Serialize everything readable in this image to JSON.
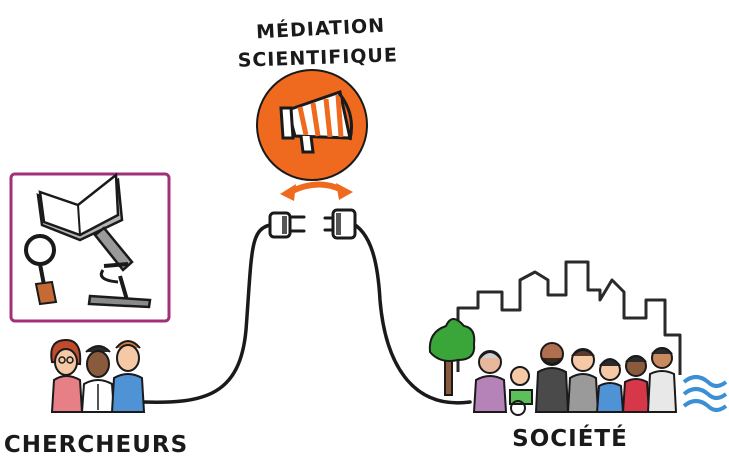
{
  "title_line1": "MÉDIATION",
  "title_line2": "SCIENTIFIQUE",
  "left_label": "CHERCHEURS",
  "right_label": "SOCIÉTÉ",
  "colors": {
    "accent_orange": "#ef6a1e",
    "frame_magenta": "#a0307a",
    "ink": "#1a1a1a",
    "tree_green": "#3aa63a",
    "wave_blue": "#3b8fd4"
  },
  "icons": {
    "center": "megaphone-icon",
    "arrows": "bidirectional-arrow-icon",
    "plug_left": "electric-plug-icon",
    "plug_right": "electric-socket-plug-icon",
    "frame_items": [
      "open-book-icon",
      "magnifying-glass-icon",
      "microscope-icon"
    ]
  }
}
